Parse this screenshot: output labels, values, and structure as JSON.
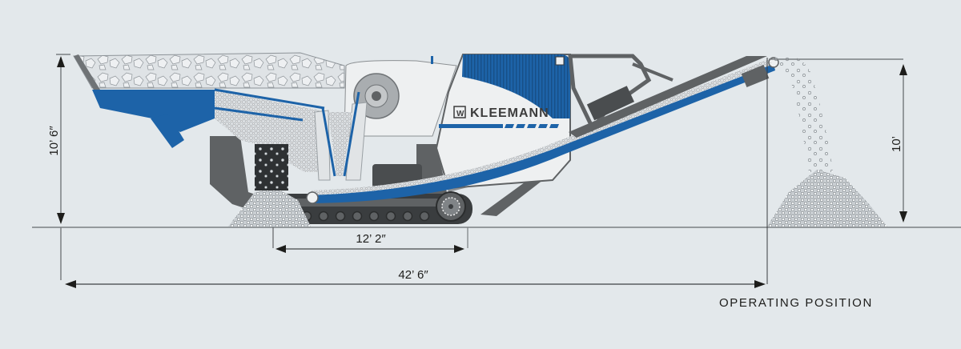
{
  "diagram": {
    "subject": "Mobile jaw crusher on tracks with hopper, prescreen, jaw crusher, discharge conveyor and stockpile",
    "brand": "KLEEMANN",
    "caption": "OPERATING POSITION",
    "dimensions": {
      "hopper_height": "10’ 6″",
      "discharge_height": "10’",
      "track_length": "12’ 2″",
      "total_length": "42’ 6″"
    },
    "colors": {
      "background": "#e3e8eb",
      "brand_blue": "#1d63a8",
      "machine_light": "#eef0f1",
      "machine_grey": "#5f6264",
      "machine_dark": "#3a3d3f",
      "dimension_line": "#7b7f82",
      "text": "#1d1d1b"
    }
  }
}
